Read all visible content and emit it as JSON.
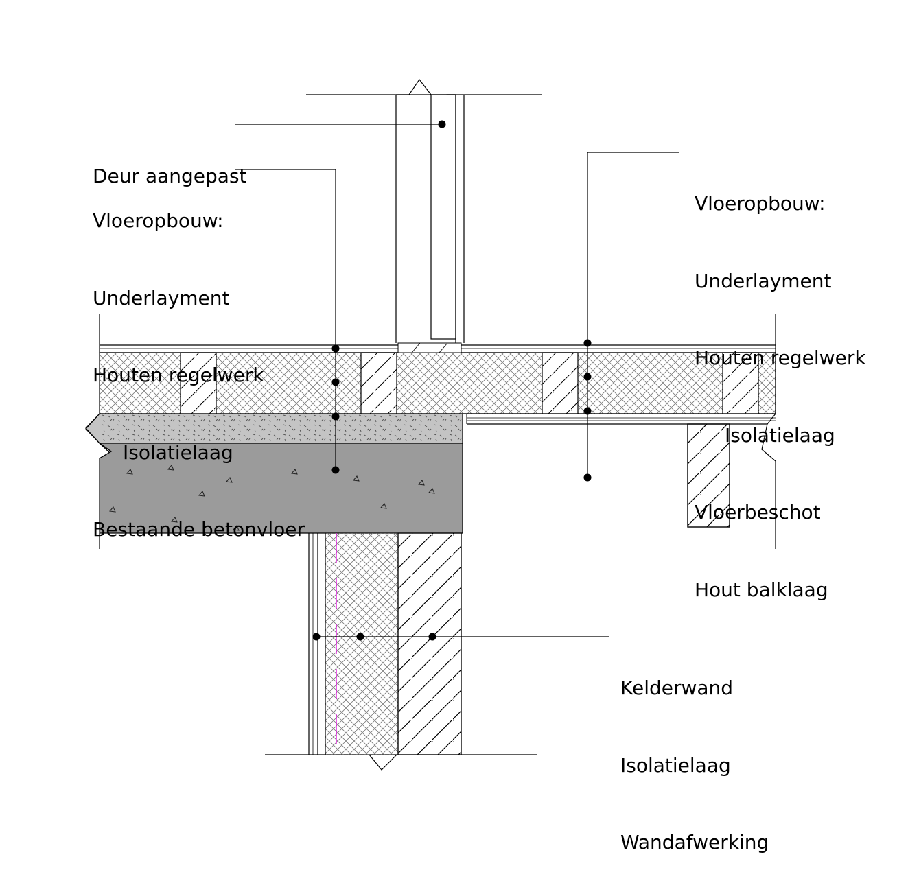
{
  "labels": {
    "door": "Deur aangepast",
    "floor_left": {
      "title": "Vloeropbouw:",
      "lines": [
        "Underlayment",
        "Houten regelwerk",
        "Isolatielaag",
        "Bestaande betonvloer"
      ]
    },
    "floor_right": {
      "title": "Vloeropbouw:",
      "lines": [
        "Underlayment",
        "Houten regelwerk",
        "Isolatielaag",
        "Vloerbeschot",
        "Hout balklaag"
      ]
    },
    "wall": {
      "lines": [
        "Kelderwand",
        "Isolatielaag",
        "Wandafwerking"
      ]
    }
  },
  "colors": {
    "line": "#000000",
    "concrete": "#9b9b9b",
    "screed": "#c4c4c4",
    "vapour_barrier": "#e020e0"
  }
}
